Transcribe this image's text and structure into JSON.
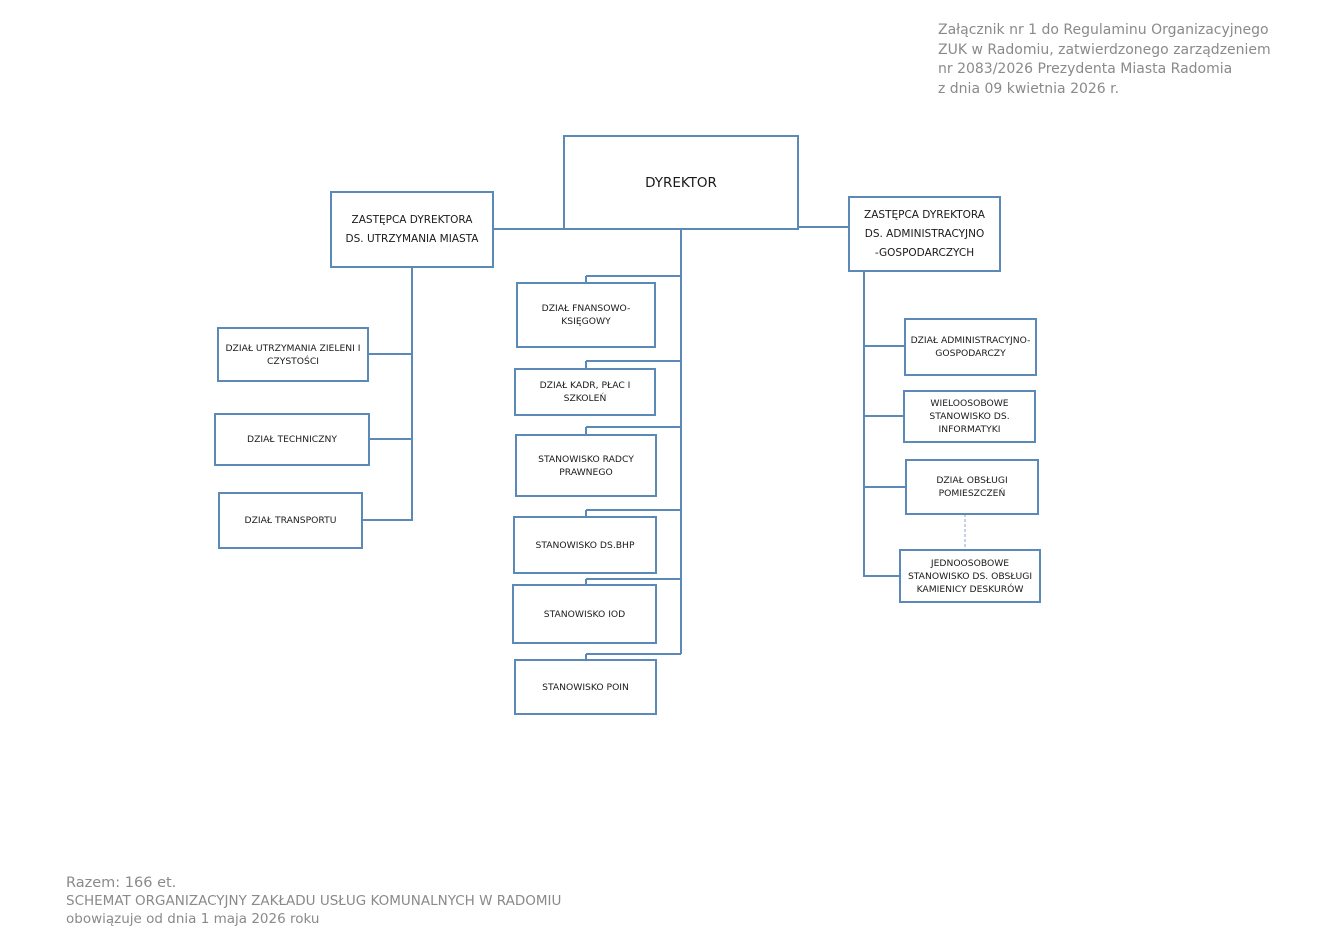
{
  "annex": {
    "lines": [
      "Załącznik nr 1 do Regulaminu Organizacyjnego",
      "ZUK w Radomiu, zatwierdzonego zarządzeniem",
      "nr 2083/2026 Prezydenta Miasta Radomia",
      "z dnia 09 kwietnia 2026 r."
    ]
  },
  "chart": {
    "director": "DYREKTOR",
    "deputy_city": [
      "ZASTĘPCA DYREKTORA",
      "DS. UTRZYMANIA MIASTA"
    ],
    "deputy_admin": [
      "ZASTĘPCA DYREKTORA",
      "DS. ADMINISTRACYJNO",
      "-GOSPODARCZYCH"
    ],
    "left_units": [
      [
        "DZIAŁ UTRZYMANIA ZIELENI I",
        "CZYSTOŚCI"
      ],
      [
        "DZIAŁ TECHNICZNY"
      ],
      [
        "DZIAŁ TRANSPORTU"
      ]
    ],
    "center_units": [
      [
        "DZIAŁ  FNANSOWO-",
        "KSIĘGOWY"
      ],
      [
        "DZIAŁ KADR, PŁAC I SZKOLEŃ"
      ],
      [
        "STANOWISKO RADCY",
        "PRAWNEGO"
      ],
      [
        "STANOWISKO DS.BHP"
      ],
      [
        "STANOWISKO IOD"
      ],
      [
        "STANOWISKO POIN"
      ]
    ],
    "right_units": [
      [
        "DZIAŁ  ADMINISTRACYJNO-",
        "GOSPODARCZY"
      ],
      [
        "WIELOOSOBOWE",
        "STANOWISKO DS.",
        "INFORMATYKI"
      ],
      [
        "DZIAŁ OBSŁUGI",
        "POMIESZCZEŃ"
      ],
      [
        "JEDNOOSOBOWE",
        "STANOWISKO DS. OBSŁUGI",
        "KAMIENICY DESKURÓW"
      ]
    ]
  },
  "footer": {
    "total": "Razem: 166 et.",
    "title": "SCHEMAT ORGANIZACYJNY ZAKŁADU USŁUG KOMUNALNYCH W RADOMIU",
    "valid_from": "obowiązuje od dnia 1 maja 2026 roku"
  },
  "colors": {
    "line": "#5b8ab8",
    "dashed": "#8aaacb",
    "text_gray": "#8a8a8a"
  }
}
